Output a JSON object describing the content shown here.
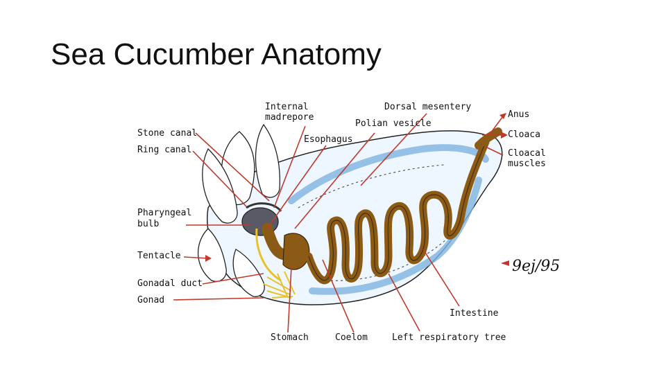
{
  "slide": {
    "title": "Sea Cucumber Anatomy"
  },
  "diagram": {
    "labels": {
      "internal_madrepore_1": "Internal",
      "internal_madrepore_2": "madrepore",
      "dorsal_mesentery": "Dorsal mesentery",
      "anus": "Anus",
      "polian_vesicle": "Polian vesicle",
      "stone_canal": "Stone canal",
      "esophagus": "Esophagus",
      "cloaca": "Cloaca",
      "ring_canal": "Ring canal",
      "cloacal_muscles_1": "Cloacal",
      "cloacal_muscles_2": "muscles",
      "pharyngeal_bulb_1": "Pharyngeal",
      "pharyngeal_bulb_2": "bulb",
      "tentacle": "Tentacle",
      "gonadal_duct": "Gonadal duct",
      "gonad": "Gonad",
      "intestine": "Intestine",
      "stomach": "Stomach",
      "coelom": "Coelom",
      "left_respiratory_tree": "Left respiratory tree"
    },
    "signature": "9ej/95",
    "colors": {
      "leader_line": "#c0392b",
      "gut": "#8b5a14",
      "water_vascular": "#a9cff0",
      "tentacle_fill": "#ffffff",
      "pharynx": "#5a5a66"
    }
  }
}
